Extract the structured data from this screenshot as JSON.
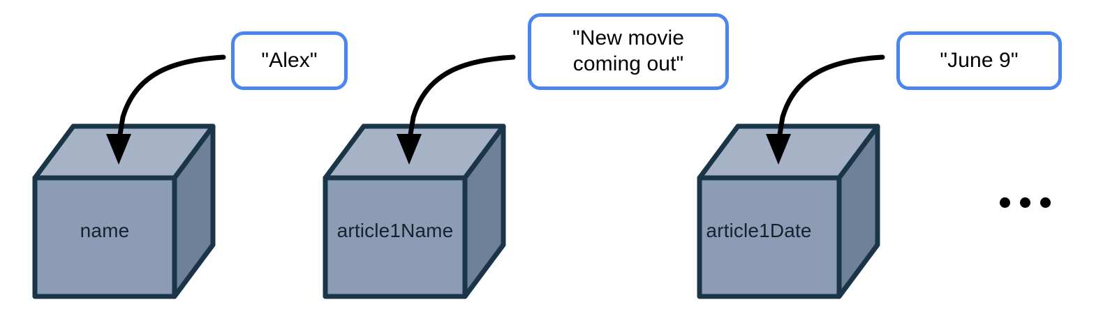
{
  "diagram": {
    "type": "object-properties-cubes",
    "background_color": "#ffffff",
    "palette": {
      "cube_front": "#8d9cb5",
      "cube_top": "#a6b2c6",
      "cube_side": "#6f8099",
      "cube_outline": "#1b3548",
      "callout_border": "#4b86ee",
      "callout_fill": "#ffffff",
      "arrow_color": "#000000",
      "text_color": "#15222e"
    },
    "callouts": [
      {
        "id": "callout-alex",
        "text": "\"Alex\"",
        "lines": 1
      },
      {
        "id": "callout-new-movie",
        "text": "\"New movie\ncoming out\"",
        "lines": 2
      },
      {
        "id": "callout-june-9",
        "text": "\"June 9\"",
        "lines": 1
      }
    ],
    "cubes": [
      {
        "id": "cube-name",
        "label": "name"
      },
      {
        "id": "cube-article1name",
        "label": "article1Name"
      },
      {
        "id": "cube-article1date",
        "label": "article1Date"
      }
    ],
    "arrows": [
      {
        "id": "arrow-to-name",
        "from": "callout-alex",
        "to": "cube-name"
      },
      {
        "id": "arrow-to-article1name",
        "from": "callout-new-movie",
        "to": "cube-article1name"
      },
      {
        "id": "arrow-to-article1date",
        "from": "callout-june-9",
        "to": "cube-article1date"
      }
    ],
    "ellipsis": {
      "id": "more-indicator",
      "dots": 3,
      "meaning": "more properties"
    }
  }
}
